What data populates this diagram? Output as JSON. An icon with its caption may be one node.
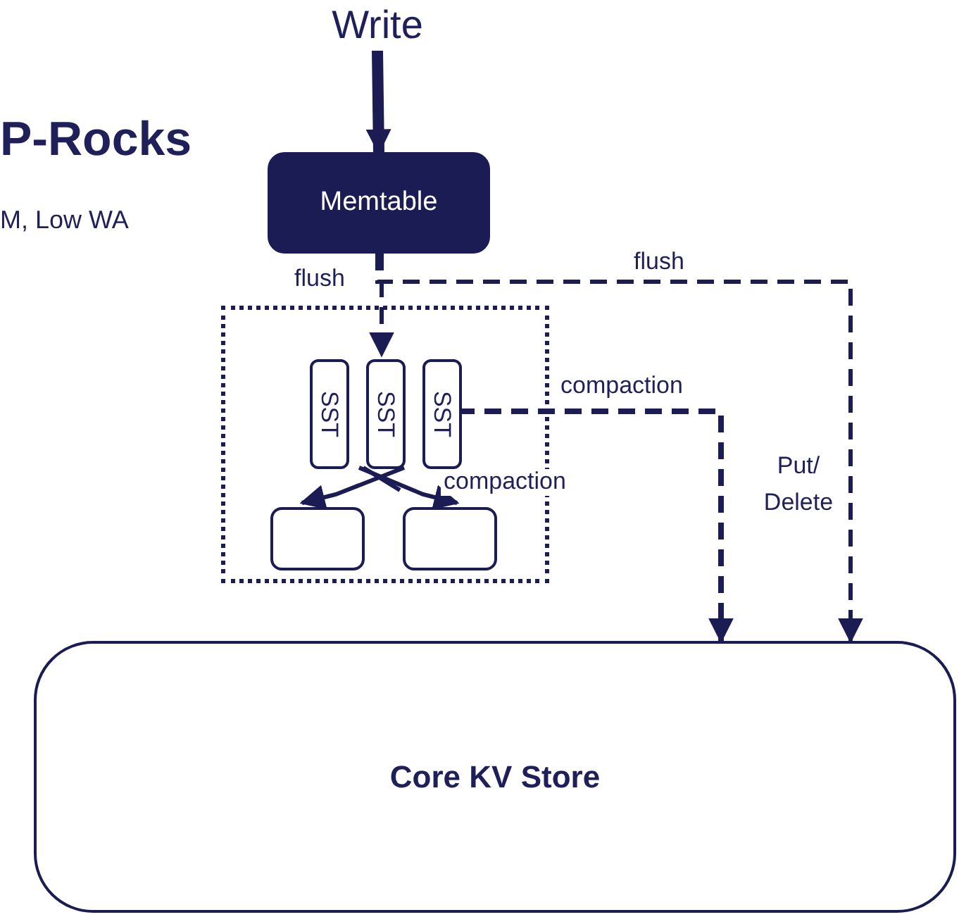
{
  "diagram": {
    "title": "P-Rocks",
    "nodes": [
      {
        "text": [
          "Write"
        ]
      },
      {
        "text": [
          "Memtable"
        ]
      },
      {
        "text": [],
        "shape": "box"
      },
      {
        "text": [
          "SST"
        ],
        "in": 2
      },
      {
        "text": [
          "SST"
        ],
        "in": 2
      },
      {
        "text": [
          "SST"
        ],
        "in": 2
      },
      {
        "text": [],
        "shape": "box",
        "in": 2
      },
      {
        "text": [],
        "shape": "box",
        "in": 2
      },
      {
        "text": [
          "Core KV Store"
        ]
      }
    ],
    "edges": [
      {
        "from": 0,
        "to": 1,
        "arrow": "to",
        "style": "thick"
      },
      {
        "from": 1,
        "to": 4,
        "arrow": "to",
        "style": "dashed",
        "label": "flush"
      },
      {
        "from": 1,
        "to": 8,
        "arrow": "to",
        "style": "dashed",
        "label": "flush"
      },
      {
        "from": 5,
        "to": 8,
        "arrow": "to",
        "style": "dashed",
        "label": "compaction"
      },
      {
        "from": 4,
        "to": 6,
        "arrow": "to"
      },
      {
        "from": 4,
        "to": 7,
        "arrow": "to",
        "label": "compaction"
      }
    ],
    "labels": [
      "M, Low WA",
      "Put/ Delete"
    ]
  }
}
